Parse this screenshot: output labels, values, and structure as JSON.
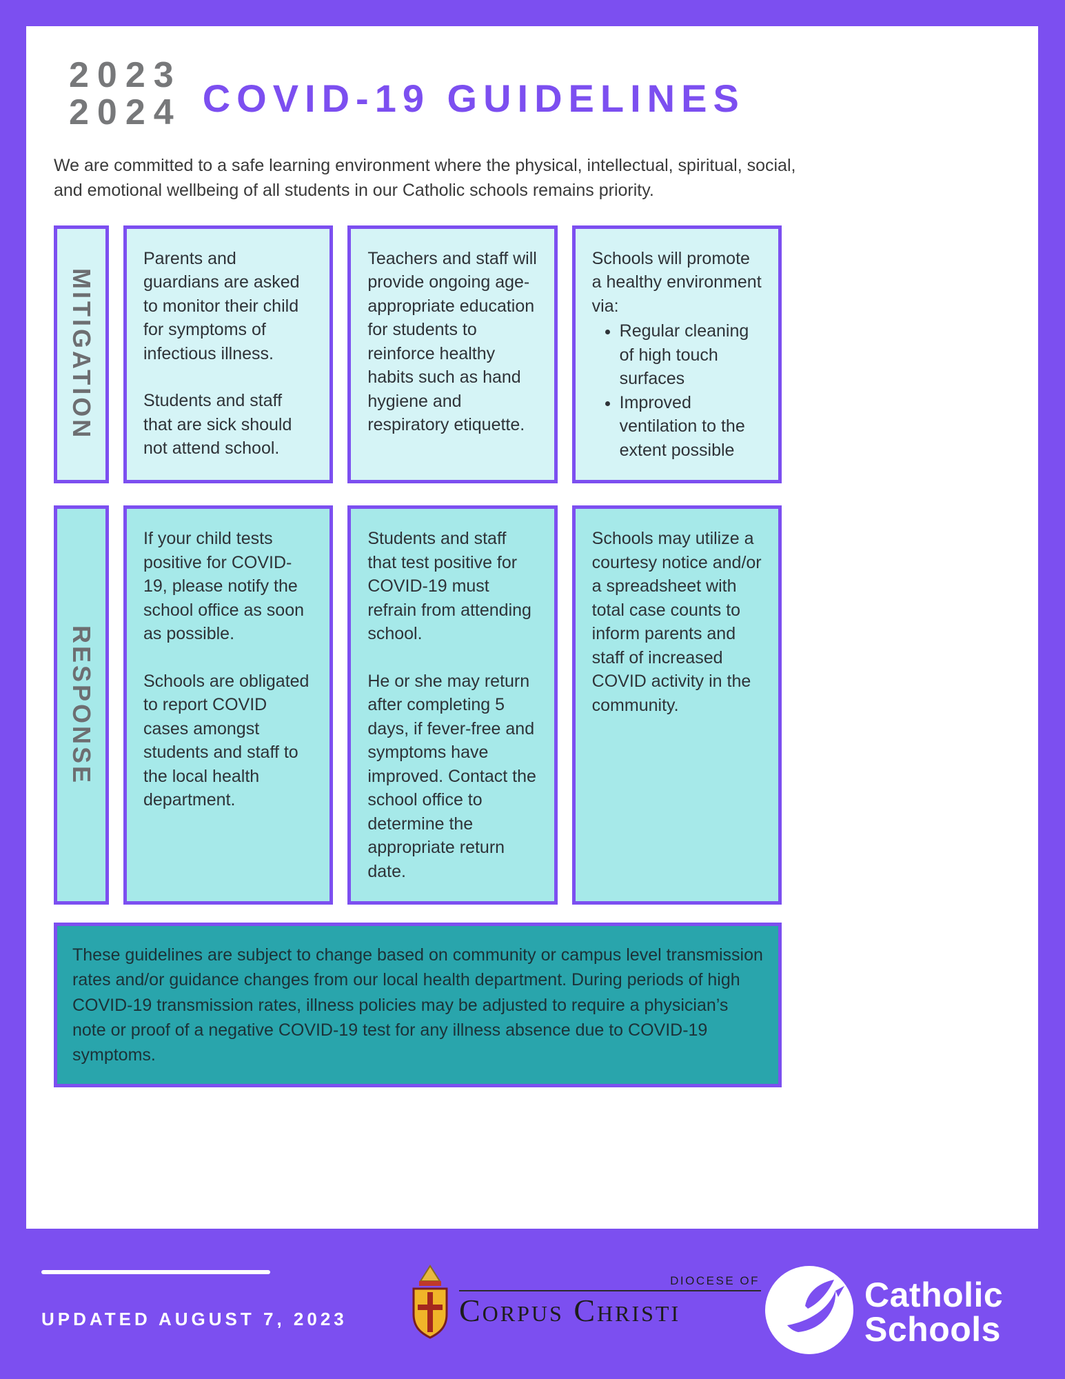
{
  "colors": {
    "accent_purple": "#7c4ff0",
    "year_gray": "#77787a",
    "vertical_label_gray": "#6d6e71",
    "box_fill_light": "#d5f4f6",
    "box_fill_medium": "#a6e9e9",
    "notice_fill": "#29a5ac"
  },
  "header": {
    "year_top": "2023",
    "year_bottom": "2024",
    "title": "COVID-19 GUIDELINES",
    "intro": "We are committed to a safe learning environment where the physical, intellectual, spiritual, social, and emotional wellbeing of all students in our Catholic schools remains priority."
  },
  "mitigation": {
    "label": "MITIGATION",
    "boxes": [
      {
        "paragraphs": [
          "Parents and guardians are asked to monitor their child for symptoms of infectious illness.",
          "Students and staff that are sick should not attend school."
        ]
      },
      {
        "paragraphs": [
          "Teachers and staff will provide ongoing age-appropriate education for students to reinforce healthy habits such as hand hygiene and respiratory etiquette."
        ]
      },
      {
        "lead": "Schools will promote a healthy environment via:",
        "bullets": [
          "Regular cleaning of high touch surfaces",
          "Improved ventilation to the extent possible"
        ]
      }
    ]
  },
  "response": {
    "label": "RESPONSE",
    "boxes": [
      {
        "paragraphs": [
          "If your child tests positive for COVID-19, please notify the school office as soon as possible.",
          "Schools are obligated to report COVID cases amongst students and staff to the local health department."
        ]
      },
      {
        "paragraphs": [
          "Students and staff that test positive for COVID-19 must refrain from attending school.",
          "He or she may return after completing 5 days, if fever-free and symptoms have improved. Contact the school office to determine the appropriate return date."
        ]
      },
      {
        "paragraphs": [
          "Schools may utilize a courtesy notice and/or a spreadsheet with total case counts to inform parents and staff of increased COVID activity in the community."
        ]
      }
    ]
  },
  "notice": {
    "text": "These guidelines are subject to change based on community or campus level transmission rates and/or guidance changes from our local health department.  During periods of high COVID-19 transmission rates, illness policies may be adjusted to require a physician’s note or proof of a negative COVID-19 test for any illness absence due to COVID-19 symptoms."
  },
  "footer": {
    "updated": "UPDATED AUGUST 7, 2023",
    "diocese_small": "DIOCESE OF",
    "diocese_large": "Corpus Christi",
    "catholic": "Catholic",
    "schools": "Schools"
  }
}
